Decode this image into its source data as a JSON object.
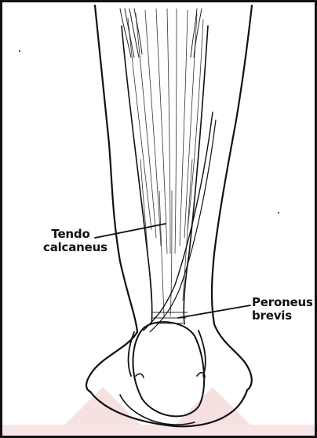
{
  "labels": {
    "tendo_calcaneus_line1": "Tendo",
    "tendo_calcaneus_line2": "calcaneus",
    "peroneus_brevis_line1": "Peroneus",
    "peroneus_brevis_line2": "brevis"
  },
  "colors": {
    "ink": "#111111",
    "watermark": "#f3dcdc",
    "background": "#ffffff"
  }
}
